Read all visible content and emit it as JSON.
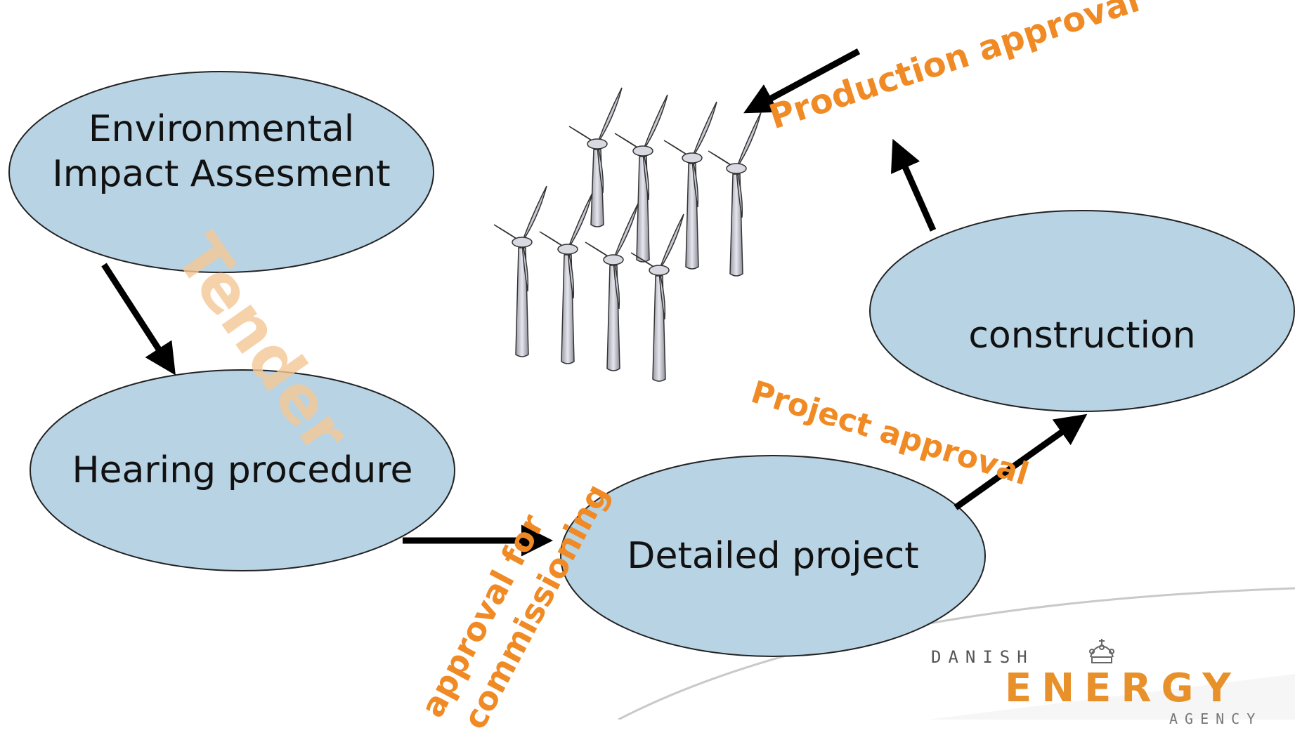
{
  "nodes": {
    "eia": "Environmental\nImpact Assesment",
    "hearing": "Hearing procedure",
    "detailed": "Detailed project",
    "construction": "construction"
  },
  "labels": {
    "tender": "Tender",
    "approval_line1": "approval for",
    "approval_line2": "commissioning",
    "project_approval": "Project approval",
    "production_approval": "Production approval"
  },
  "logo": {
    "line1": "DANISH",
    "line2": "ENERGY",
    "line3": "AGENCY"
  },
  "colors": {
    "ellipse_fill": "#b8d3e4",
    "accent_orange": "#f08a24",
    "arrow": "#000000"
  }
}
